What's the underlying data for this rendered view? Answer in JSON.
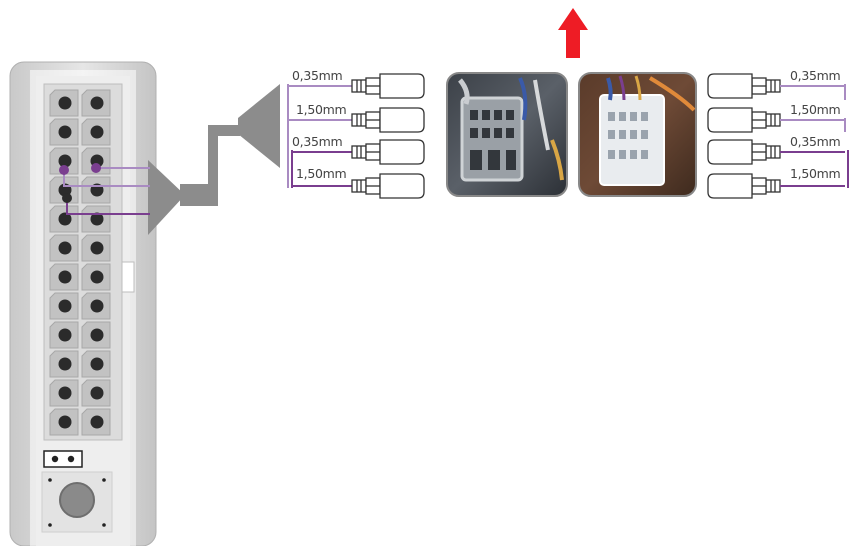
{
  "colors": {
    "module_body": "#d9d9d9",
    "module_face": "#f2f2f2",
    "connector_slot": "#b8b8b8",
    "pin": "#2b2b2b",
    "wire_purple": "#7a3e8f",
    "wire_light_purple": "#a98bc2",
    "connector_arrow": "#8c8c8c",
    "direction_arrow": "#ee1c25",
    "label_text": "#444444"
  },
  "left_harness": {
    "wires": [
      {
        "gauge": "0,35mm",
        "color": "light-purple"
      },
      {
        "gauge": "1,50mm",
        "color": "light-purple"
      },
      {
        "gauge": "0,35mm",
        "color": "purple"
      },
      {
        "gauge": "1,50mm",
        "color": "purple"
      }
    ]
  },
  "right_harness": {
    "wires": [
      {
        "gauge": "0,35mm",
        "color": "light-purple"
      },
      {
        "gauge": "1,50mm",
        "color": "light-purple"
      },
      {
        "gauge": "0,35mm",
        "color": "purple"
      },
      {
        "gauge": "1,50mm",
        "color": "purple"
      }
    ]
  },
  "photos": [
    {
      "subject": "female-connector-photo"
    },
    {
      "subject": "male-connector-photo"
    }
  ],
  "icons": {
    "direction": "up-arrow-icon",
    "button": "push-button-icon"
  }
}
